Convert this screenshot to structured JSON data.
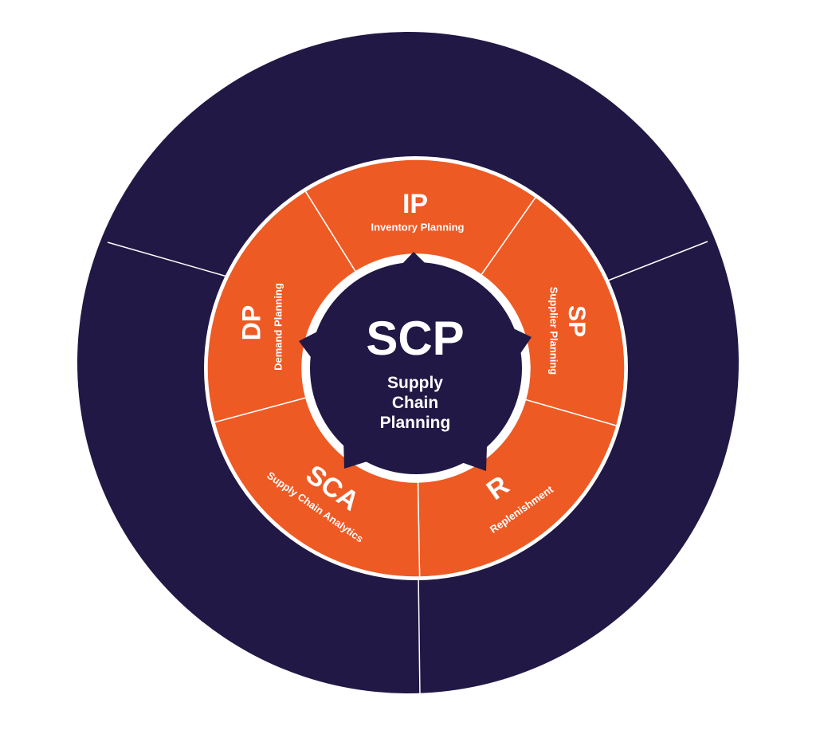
{
  "diagram": {
    "colors": {
      "outer_ring": "#211845",
      "segment": "#ee5a24",
      "center": "#211845",
      "stroke": "#ffffff",
      "text": "#ffffff"
    },
    "center": {
      "abbr": "SCP",
      "lines": [
        "Supply",
        "Chain",
        "Planning"
      ]
    },
    "segments": [
      {
        "abbr": "IP",
        "label": "Inventory Planning"
      },
      {
        "abbr": "SP",
        "label": "Supplier Planning"
      },
      {
        "abbr": "R",
        "label": "Replenishment"
      },
      {
        "abbr": "SCA",
        "label": "Supply Chain Analytics"
      },
      {
        "abbr": "DP",
        "label": "Demand Planning"
      }
    ]
  }
}
